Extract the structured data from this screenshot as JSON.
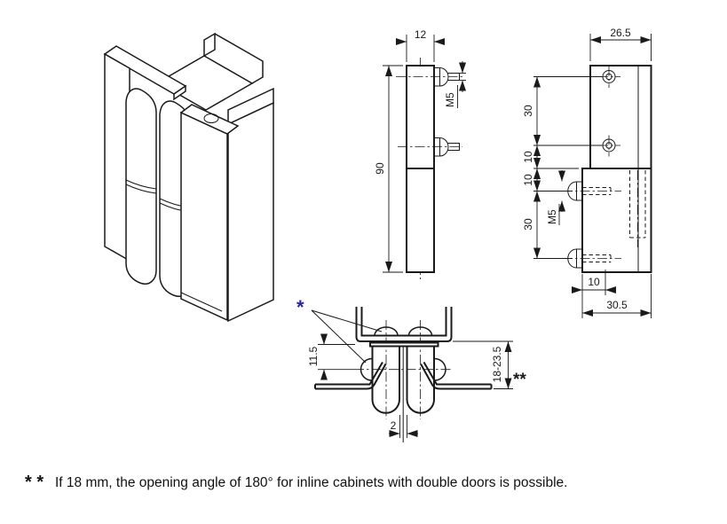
{
  "drawing": {
    "background_color": "#ffffff",
    "line_color": "#1a1a1a",
    "reference_star_color": "#2525a0",
    "front_view": {
      "width": "12",
      "height": "90",
      "thread": "M5"
    },
    "side_view": {
      "top_width": "26.5",
      "chain": [
        "30",
        "10",
        "10",
        "30"
      ],
      "thread": "M5",
      "screw_offset": "10",
      "bottom_width": "30.5"
    },
    "bottom_view": {
      "star": "*",
      "flange_depth": "11.5",
      "door_range": "18-23.5",
      "double_star": "**",
      "gap": "2"
    },
    "footnote": {
      "stars": "* *",
      "text": "If 18 mm, the opening angle of 180° for inline cabinets with double doors is possible."
    }
  }
}
